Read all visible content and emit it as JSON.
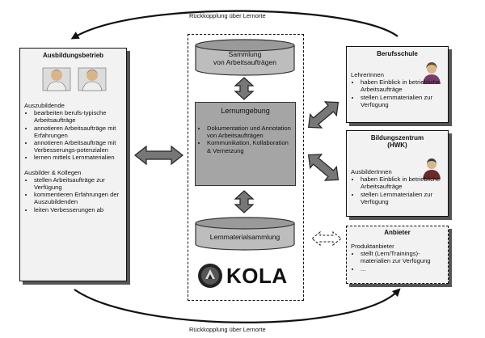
{
  "feedback_top": "Rückkopplung über Lernorte",
  "feedback_bottom": "Rückkopplung über Lernorte",
  "ausbildungsbetrieb": {
    "title": "Ausbildungsbetrieb",
    "group1_heading": "Auszubildende",
    "group1_items": [
      "bearbeiten berufs-typische Arbeitsaufträge",
      "annotieren Arbeitsaufträge mit Erfahrungen",
      "annotieren Arbeitsaufträge mit Verbesserungs-potenzialen",
      "lernen mittels Lernmaterialien"
    ],
    "group2_heading": "Ausbilder & Kollegen",
    "group2_items": [
      "stellen Arbeitsaufträge zur Verfügung",
      "kommentieren Erfahrungen der Auszubildenden",
      "leiten Verbesserungen ab"
    ]
  },
  "center": {
    "sammlung_line1": "Sammlung",
    "sammlung_line2": "von Arbeitsaufträgen",
    "lernumgebung_title": "Lernumgebung",
    "lernumgebung_items": [
      "Dokumentation und Annotation von Arbeitsaufträgen",
      "Kommunikation, Kollaboration & Vernetzung"
    ],
    "lernmaterial": "Lernmaterialsammlung",
    "logo_text": "KOLA"
  },
  "berufsschule": {
    "title": "Berufsschule",
    "heading": "LehrerInnen",
    "items": [
      "haben Einblick in betriebliche Arbeitsaufträge",
      "stellen Lernmaterialien zur Verfügung"
    ]
  },
  "bildungszentrum": {
    "title_line1": "Bildungszentrum",
    "title_line2": "(HWK)",
    "heading": "AusbilderInnen",
    "items": [
      "haben Einblick in betriebliche Arbeitsaufträge",
      "stellen Lernmaterialien zur Verfügung"
    ]
  },
  "anbieter": {
    "title": "Anbieter",
    "heading": "Produktanbieter",
    "items": [
      "stellt (Lern/Trainings)-materialien zur Verfügung",
      "..."
    ]
  }
}
